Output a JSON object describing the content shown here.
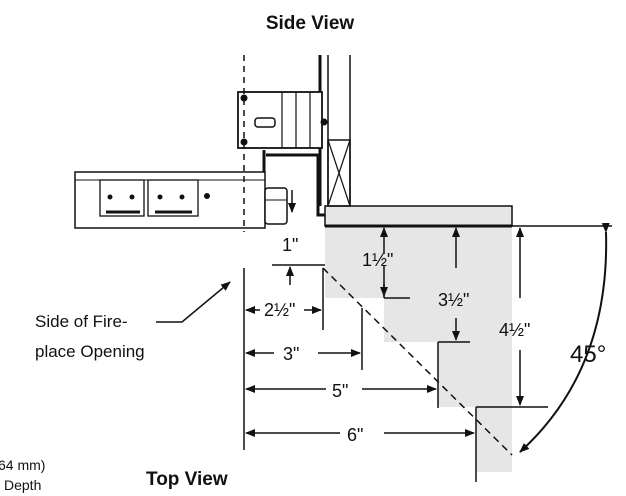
{
  "title_side": "Side View",
  "title_top": "Top View",
  "callout": "Side of Fire-\nplace Opening",
  "dims": {
    "one": "1\"",
    "one_half": "1½\"",
    "two_half": "2½\"",
    "three_half": "3½\"",
    "four_half": "4½\"",
    "three": "3\"",
    "five": "5\"",
    "six": "6\"",
    "angle": "45°"
  },
  "cut_text": {
    "line1": "64 mm)",
    "line2": "Depth"
  },
  "colors": {
    "line": "#111111",
    "shade": "#e6e6e6",
    "background": "#ffffff"
  }
}
